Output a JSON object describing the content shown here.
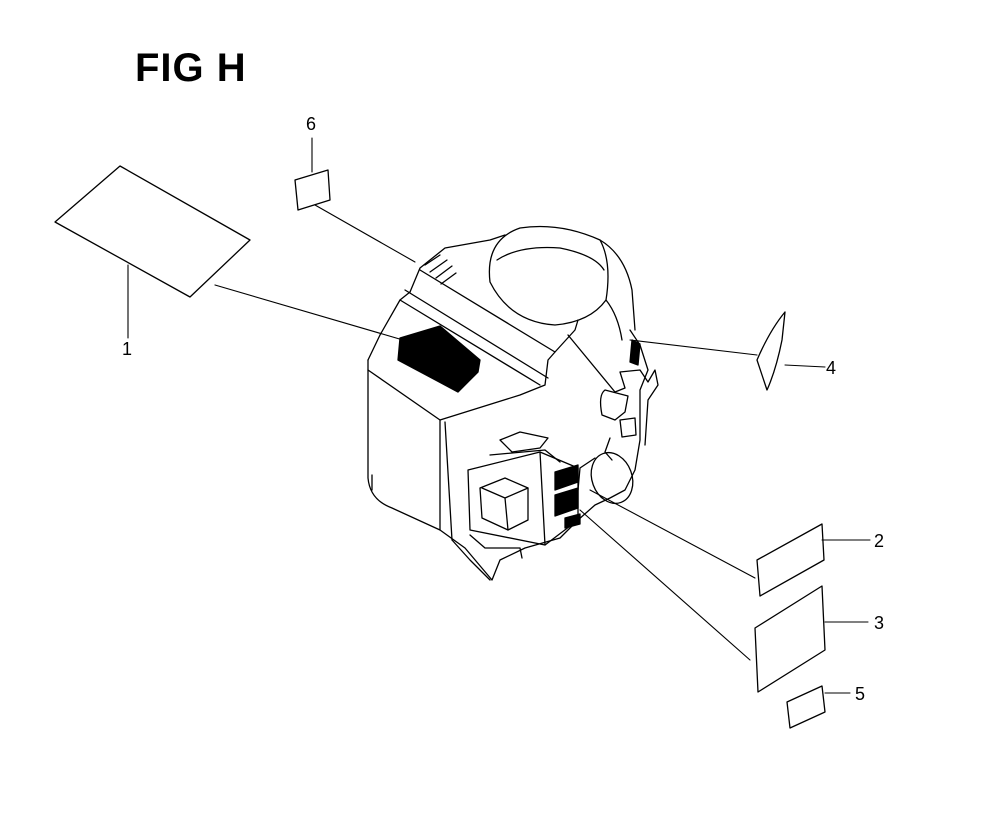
{
  "figure": {
    "title": "FIG H"
  },
  "callouts": [
    "1",
    "2",
    "3",
    "4",
    "5",
    "6"
  ],
  "colors": {
    "ink": "#000000",
    "paper": "#ffffff"
  }
}
